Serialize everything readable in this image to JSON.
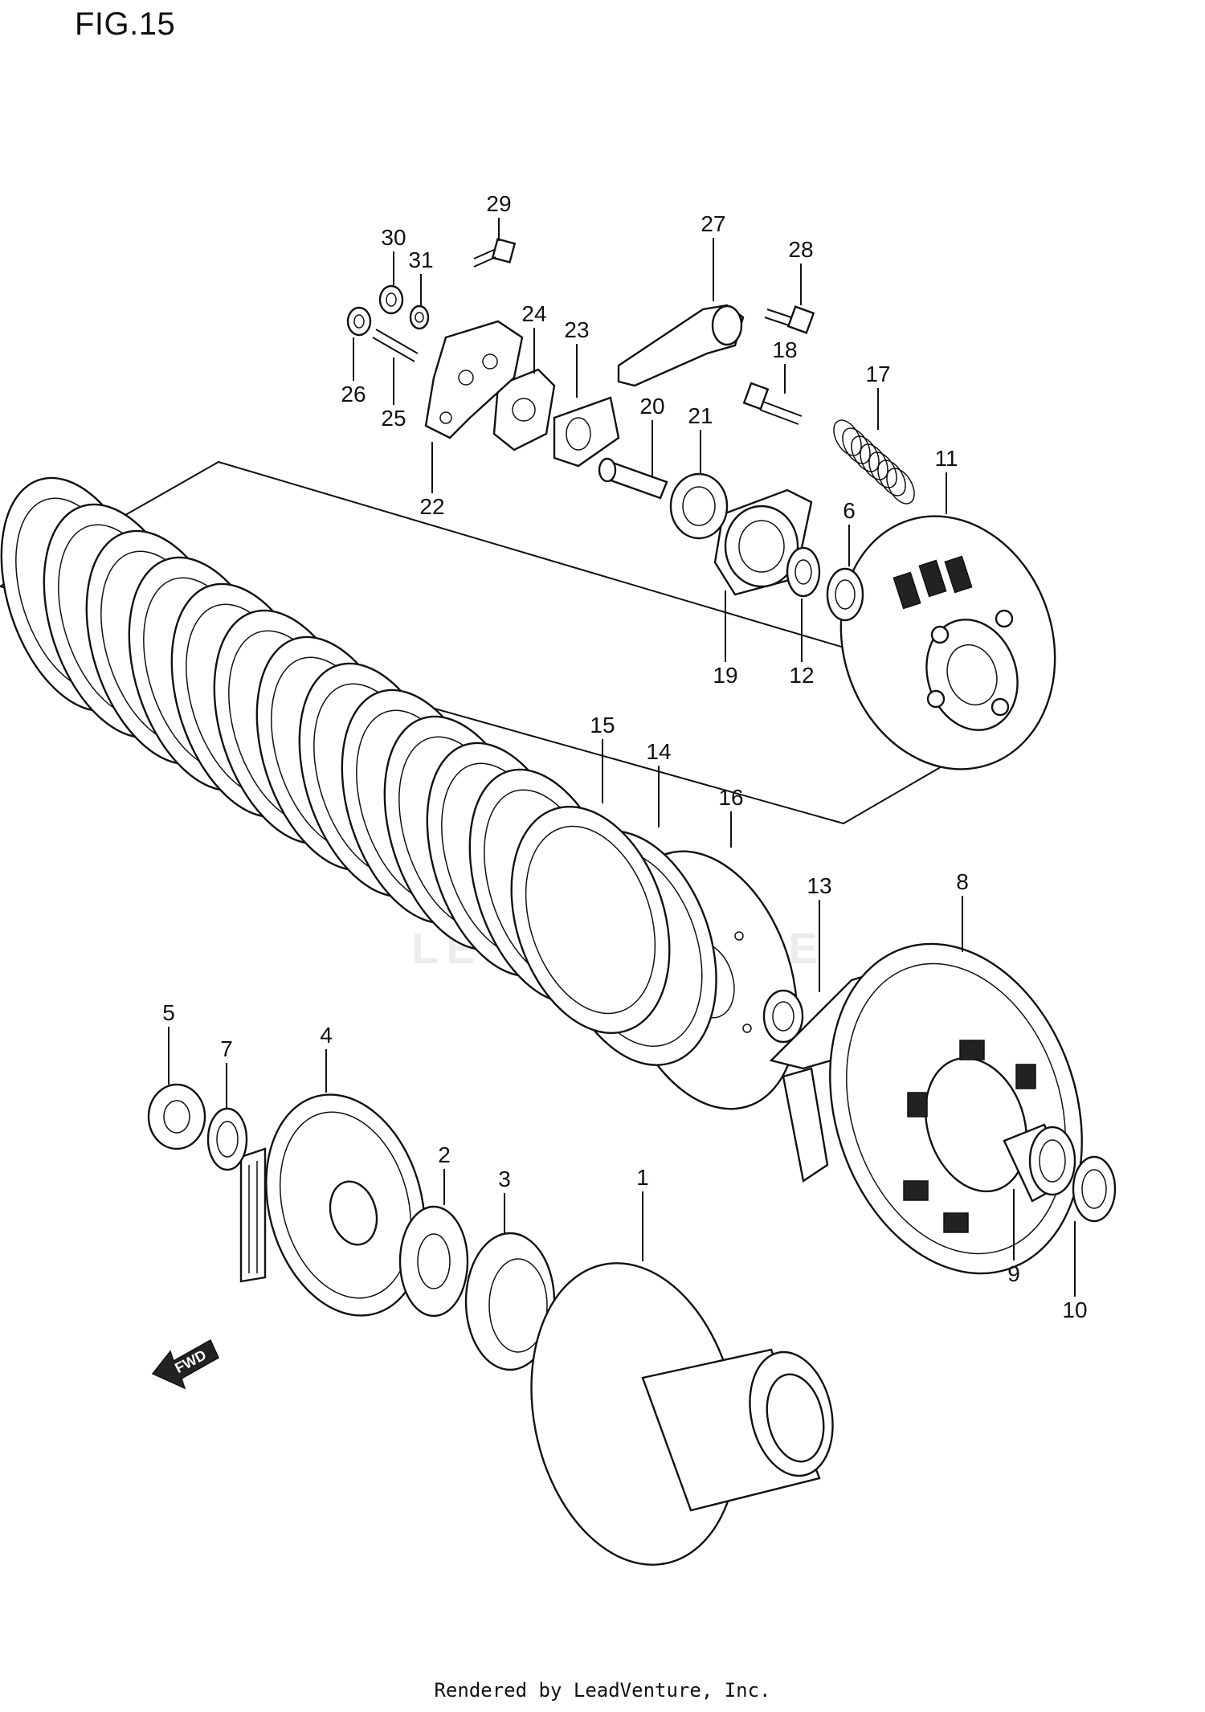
{
  "figure_title": "FIG.15",
  "footer_text": "Rendered by LeadVenture, Inc.",
  "watermark_text": "LEADVENTURE",
  "fwd_label": "FWD",
  "callouts": [
    {
      "id": "1",
      "label": "1"
    },
    {
      "id": "2",
      "label": "2"
    },
    {
      "id": "3",
      "label": "3"
    },
    {
      "id": "4",
      "label": "4"
    },
    {
      "id": "5",
      "label": "5"
    },
    {
      "id": "6",
      "label": "6"
    },
    {
      "id": "7",
      "label": "7"
    },
    {
      "id": "8",
      "label": "8"
    },
    {
      "id": "9",
      "label": "9"
    },
    {
      "id": "10",
      "label": "10"
    },
    {
      "id": "11",
      "label": "11"
    },
    {
      "id": "12",
      "label": "12"
    },
    {
      "id": "13",
      "label": "13"
    },
    {
      "id": "14",
      "label": "14"
    },
    {
      "id": "15",
      "label": "15"
    },
    {
      "id": "16",
      "label": "16"
    },
    {
      "id": "17",
      "label": "17"
    },
    {
      "id": "18",
      "label": "18"
    },
    {
      "id": "19",
      "label": "19"
    },
    {
      "id": "20",
      "label": "20"
    },
    {
      "id": "21",
      "label": "21"
    },
    {
      "id": "22",
      "label": "22"
    },
    {
      "id": "23",
      "label": "23"
    },
    {
      "id": "24",
      "label": "24"
    },
    {
      "id": "25",
      "label": "25"
    },
    {
      "id": "26",
      "label": "26"
    },
    {
      "id": "27",
      "label": "27"
    },
    {
      "id": "28",
      "label": "28"
    },
    {
      "id": "29",
      "label": "29"
    },
    {
      "id": "30",
      "label": "30"
    },
    {
      "id": "31",
      "label": "31"
    }
  ]
}
